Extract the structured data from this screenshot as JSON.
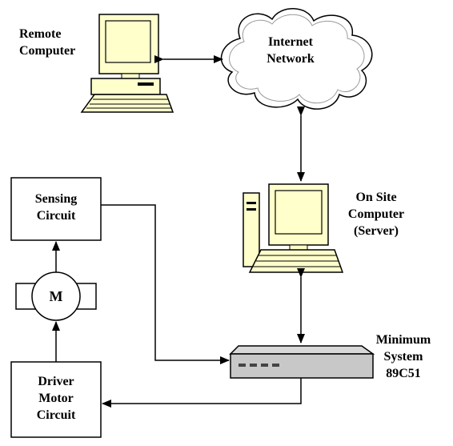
{
  "nodes": {
    "remote_computer": {
      "line1": "Remote",
      "line2": "Computer"
    },
    "internet": {
      "line1": "Internet",
      "line2": "Network"
    },
    "onsite_computer": {
      "line1": "On Site",
      "line2": "Computer",
      "line3": "(Server)"
    },
    "sensing": {
      "line1": "Sensing",
      "line2": "Circuit"
    },
    "motor": {
      "symbol": "M"
    },
    "driver": {
      "line1": "Driver",
      "line2": "Motor",
      "line3": "Circuit"
    },
    "minimum_system": {
      "line1": "Minimum",
      "line2": "System",
      "line3": "89C51"
    }
  },
  "colors": {
    "monitor_fill": "#ffffcc",
    "cloud_fill": "#ffffff",
    "device_fill": "#c8c8c8",
    "line": "#000000"
  }
}
